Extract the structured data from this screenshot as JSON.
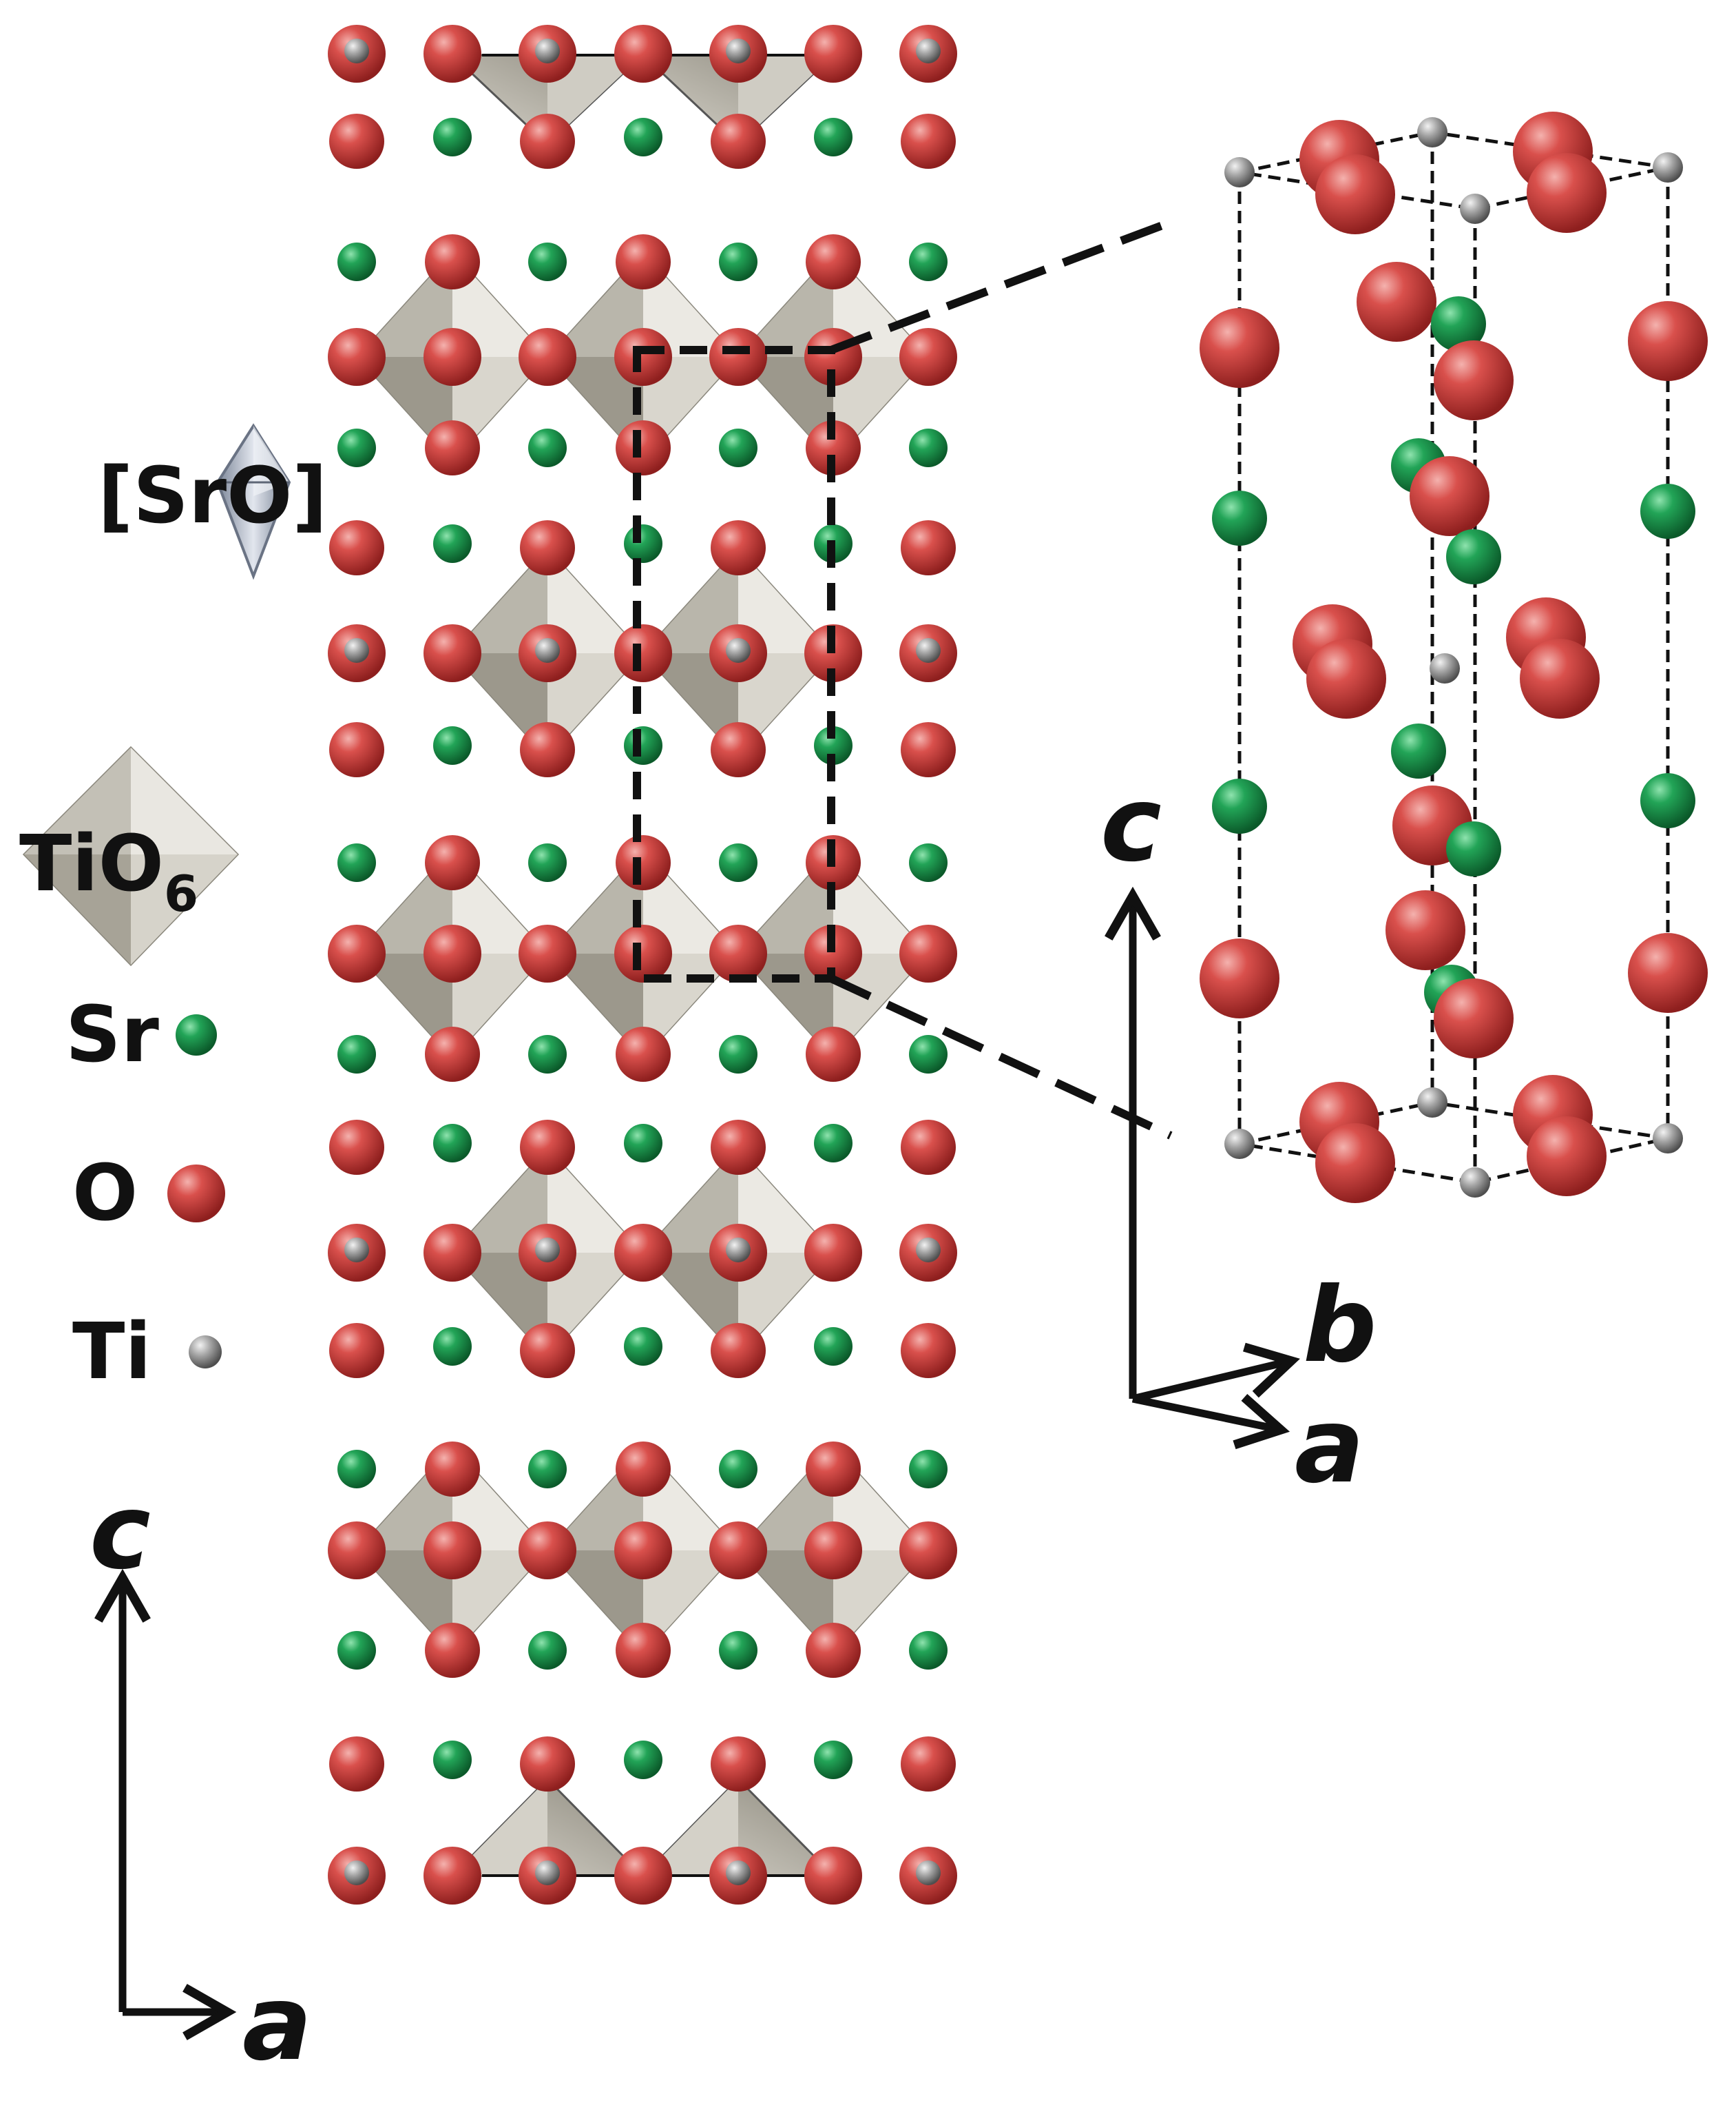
{
  "legend": {
    "sro_label": "[SrO]",
    "tio6_label": "TiO",
    "tio6_subscript": "6",
    "sr_label": "Sr",
    "o_label": "O",
    "ti_label": "Ti"
  },
  "axes_left": {
    "vertical": "c",
    "horizontal": "a"
  },
  "axes_right": {
    "vertical": "c",
    "diag_upper": "b",
    "diag_lower": "a"
  },
  "colors": {
    "oxygen": "#c9413f",
    "strontium": "#1e9a4c",
    "titanium": "#9a9a9a",
    "octahedron": "#c8c5bd",
    "outline": "#111111"
  },
  "atoms": {
    "sr": "strontium atom",
    "o": "oxygen atom",
    "ti": "titanium atom"
  }
}
